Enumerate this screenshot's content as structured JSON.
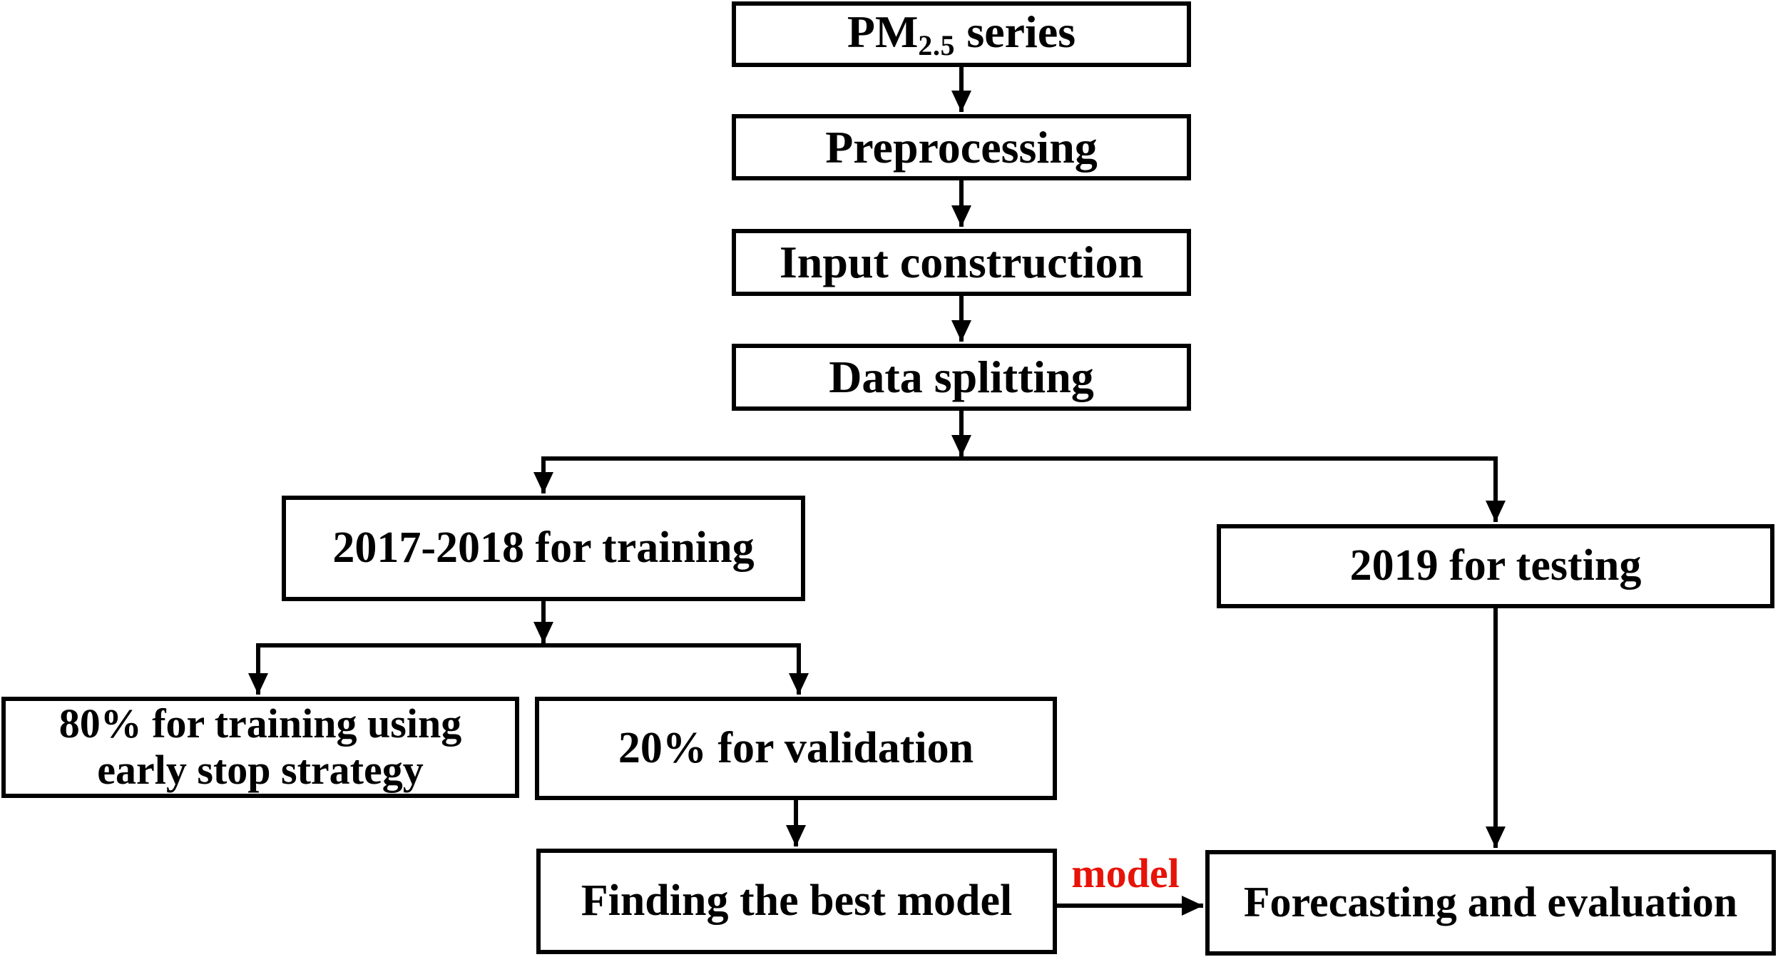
{
  "diagram": {
    "description": "Flowchart of PM2.5 forecasting methodology",
    "background_color": "#ffffff",
    "line_color": "#000000",
    "text_color": "#000000",
    "edge_label_color": "#e71309"
  },
  "nodes": {
    "pm25": {
      "base": "PM",
      "sub": "2.5",
      "rest": " series"
    },
    "preprocessing": {
      "label": "Preprocessing"
    },
    "input_construction": {
      "label": "Input construction"
    },
    "data_splitting": {
      "label": "Data splitting"
    },
    "training": {
      "label": "2017-2018 for training"
    },
    "testing": {
      "label": "2019 for testing"
    },
    "train80": {
      "line1": "80% for training using",
      "line2": "early stop strategy"
    },
    "validation": {
      "label": "20% for validation"
    },
    "finding": {
      "label": "Finding the best model"
    },
    "forecasting": {
      "label": "Forecasting and evaluation"
    }
  },
  "edges": {
    "model_label": "model"
  }
}
